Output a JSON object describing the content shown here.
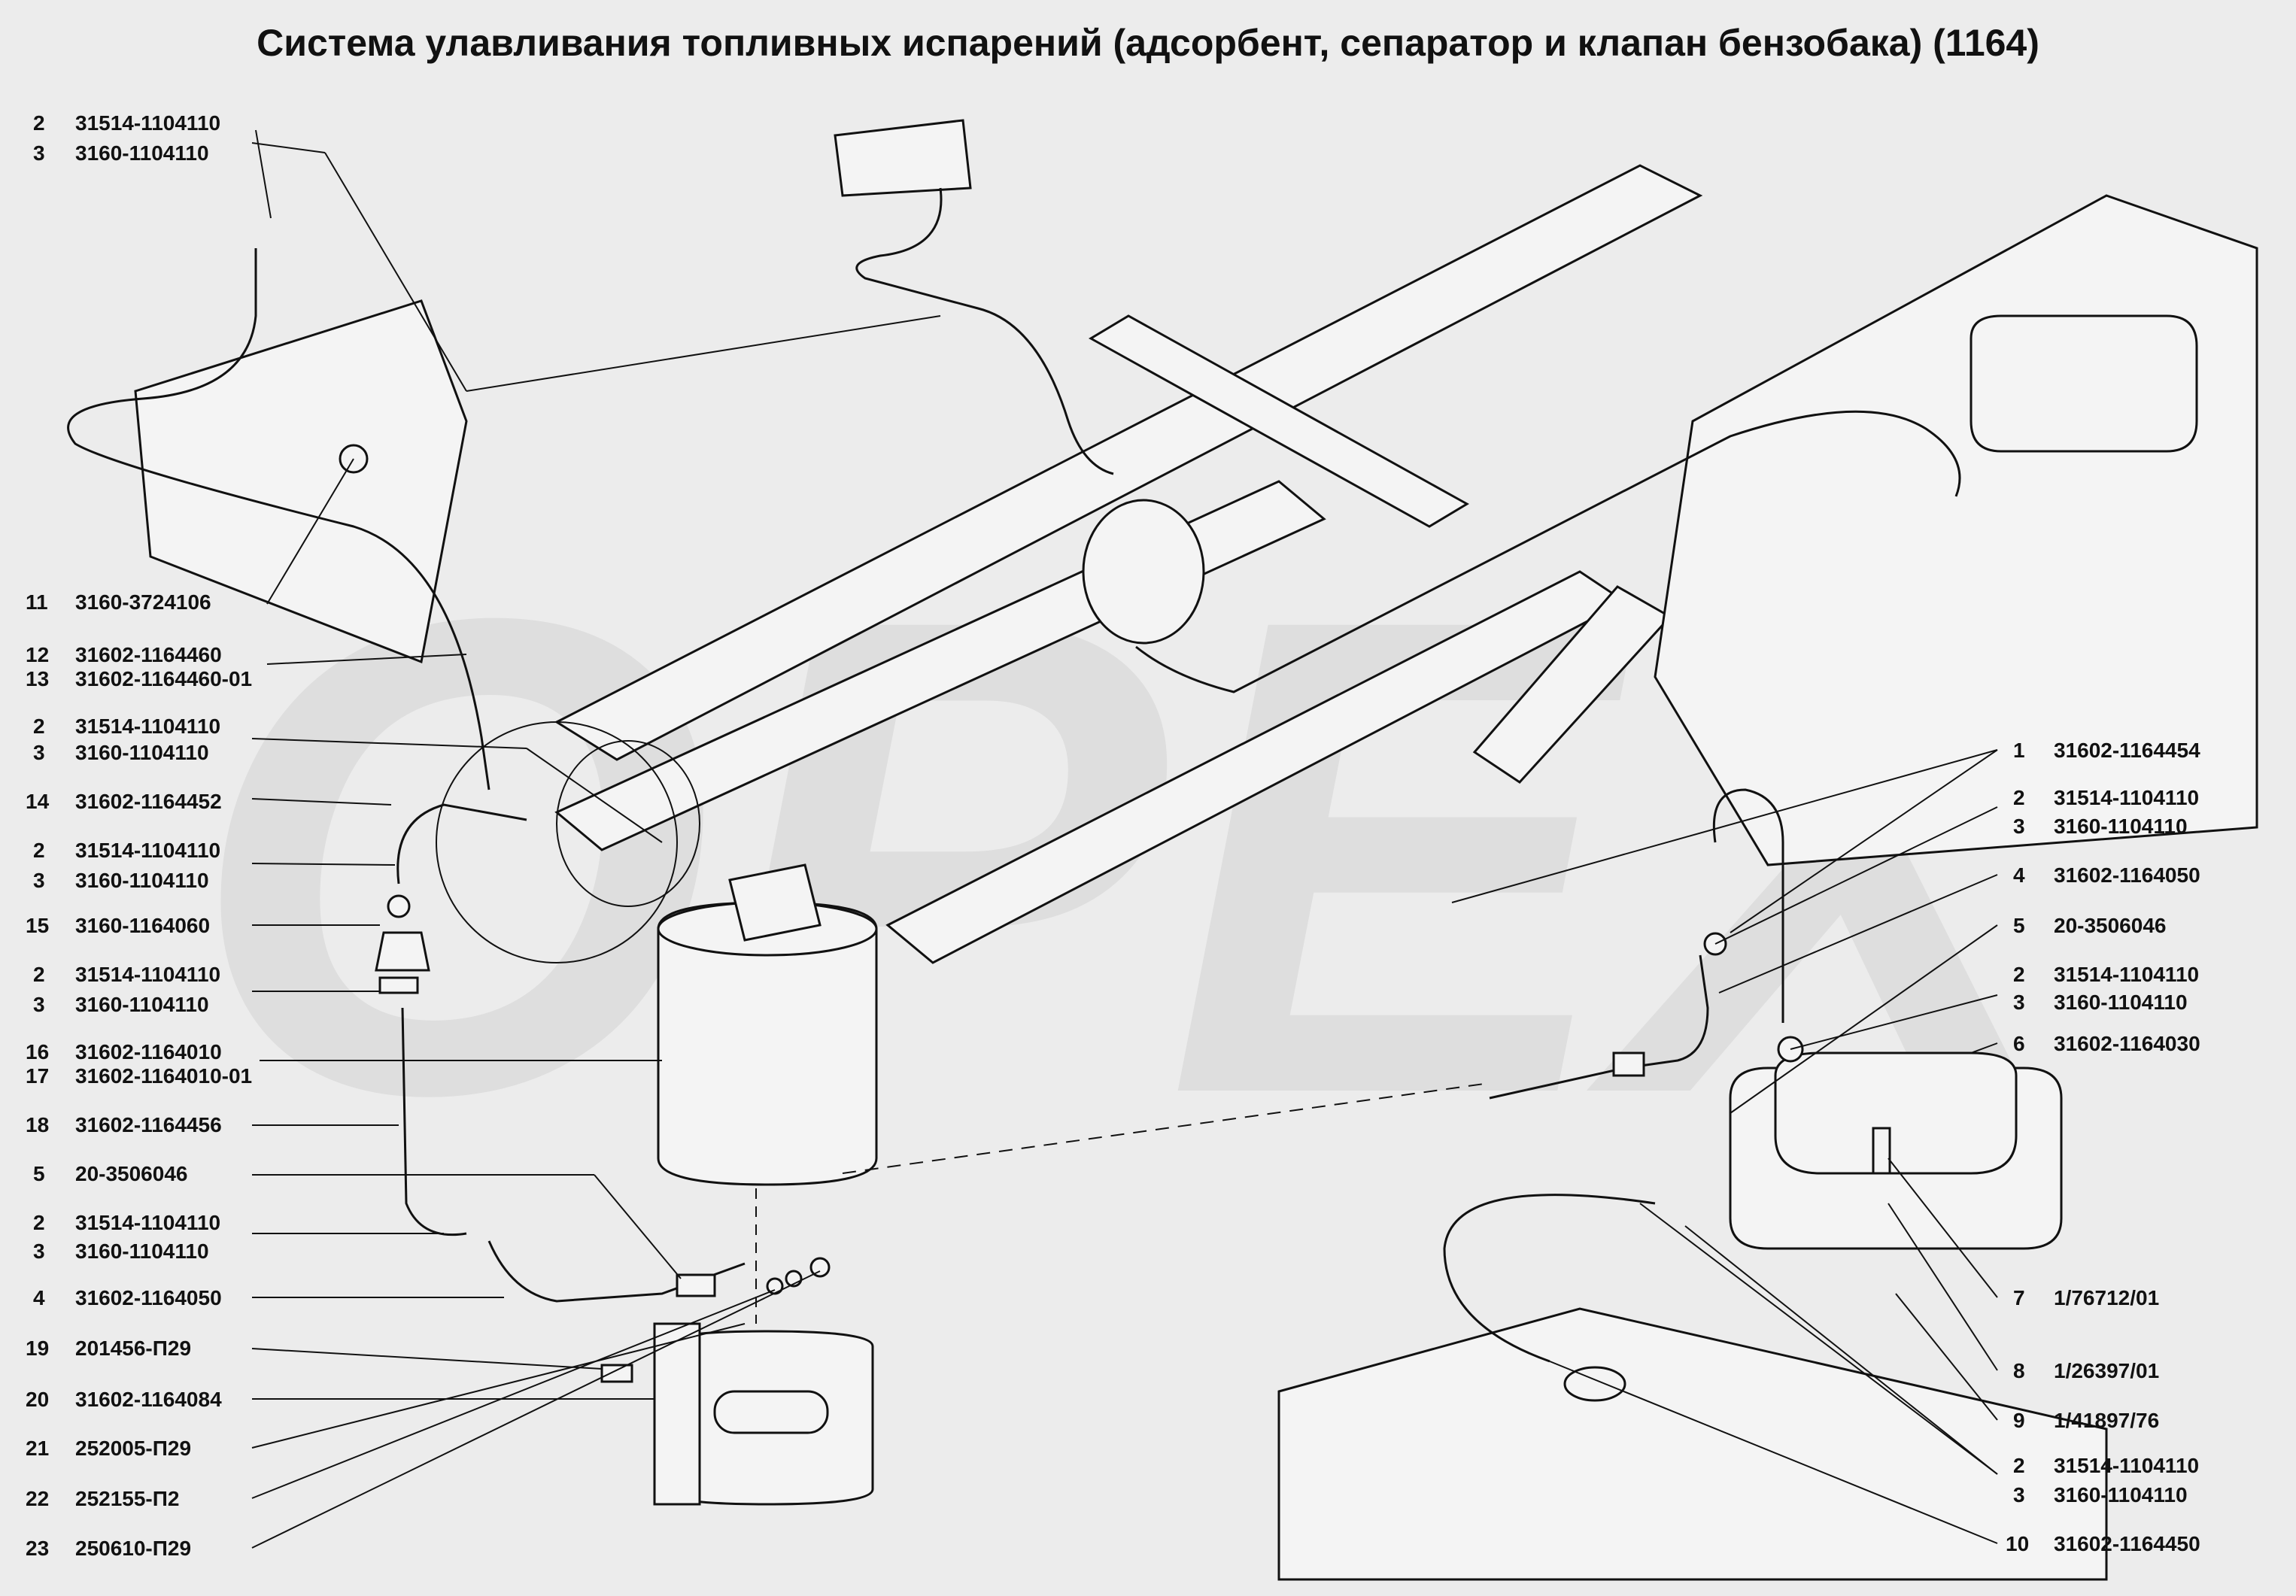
{
  "title": "Система улавливания топливных испарений (адсорбент, сепаратор и клапан бензобака) (1164)",
  "watermark": "OPEX",
  "callouts_left": [
    {
      "no": "2",
      "part": "31514-1104110"
    },
    {
      "no": "3",
      "part": "3160-1104110"
    },
    {
      "no": "11",
      "part": "3160-3724106"
    },
    {
      "no": "12",
      "part": "31602-1164460"
    },
    {
      "no": "13",
      "part": "31602-1164460-01"
    },
    {
      "no": "2",
      "part": "31514-1104110"
    },
    {
      "no": "3",
      "part": "3160-1104110"
    },
    {
      "no": "14",
      "part": "31602-1164452"
    },
    {
      "no": "2",
      "part": "31514-1104110"
    },
    {
      "no": "3",
      "part": "3160-1104110"
    },
    {
      "no": "15",
      "part": "3160-1164060"
    },
    {
      "no": "2",
      "part": "31514-1104110"
    },
    {
      "no": "3",
      "part": "3160-1104110"
    },
    {
      "no": "16",
      "part": "31602-1164010"
    },
    {
      "no": "17",
      "part": "31602-1164010-01"
    },
    {
      "no": "18",
      "part": "31602-1164456"
    },
    {
      "no": "5",
      "part": "20-3506046"
    },
    {
      "no": "2",
      "part": "31514-1104110"
    },
    {
      "no": "3",
      "part": "3160-1104110"
    },
    {
      "no": "4",
      "part": "31602-1164050"
    },
    {
      "no": "19",
      "part": "201456-П29"
    },
    {
      "no": "20",
      "part": "31602-1164084"
    },
    {
      "no": "21",
      "part": "252005-П29"
    },
    {
      "no": "22",
      "part": "252155-П2"
    },
    {
      "no": "23",
      "part": "250610-П29"
    }
  ],
  "callouts_right": [
    {
      "no": "1",
      "part": "31602-1164454"
    },
    {
      "no": "2",
      "part": "31514-1104110"
    },
    {
      "no": "3",
      "part": "3160-1104110"
    },
    {
      "no": "4",
      "part": "31602-1164050"
    },
    {
      "no": "5",
      "part": "20-3506046"
    },
    {
      "no": "2",
      "part": "31514-1104110"
    },
    {
      "no": "3",
      "part": "3160-1104110"
    },
    {
      "no": "6",
      "part": "31602-1164030"
    },
    {
      "no": "7",
      "part": "1/76712/01"
    },
    {
      "no": "8",
      "part": "1/26397/01"
    },
    {
      "no": "9",
      "part": "1/41897/76"
    },
    {
      "no": "2",
      "part": "31514-1104110"
    },
    {
      "no": "3",
      "part": "3160-1104110"
    },
    {
      "no": "10",
      "part": "31602-1164450"
    }
  ]
}
